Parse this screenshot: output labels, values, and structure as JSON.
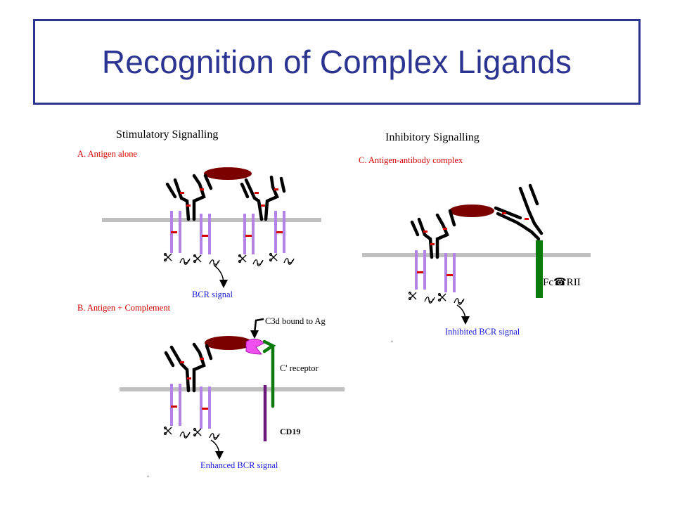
{
  "title": "Recognition of Complex Ligands",
  "headings": {
    "stimulatory": "Stimulatory Signalling",
    "inhibitory": "Inhibitory Signalling"
  },
  "panels": {
    "a": {
      "label": "A.  Antigen alone",
      "signal": "BCR signal"
    },
    "b": {
      "label": "B. Antigen + Complement",
      "signal": "Enhanced BCR signal",
      "c3d": "C3d bound to Ag",
      "receptor": "C' receptor",
      "cd19": "CD19"
    },
    "c": {
      "label": "C. Antigen-antibody complex",
      "signal": "Inhibited BCR signal",
      "fc": "Fc☎RII"
    }
  },
  "colors": {
    "title": "#2b3591",
    "panel_label": "#d40000",
    "signal_text": "#1a1adc",
    "membrane": "#c0c0c0",
    "antigen": "#7b0000",
    "igalpha": "#b383e8",
    "fc_receptor": "#0a7a0a",
    "cd19": "#6b1a7a",
    "c3d": "#f050f0"
  },
  "icons": [
    "scissors-icon",
    "phosphate-squiggle-icon",
    "down-arrow-icon"
  ]
}
